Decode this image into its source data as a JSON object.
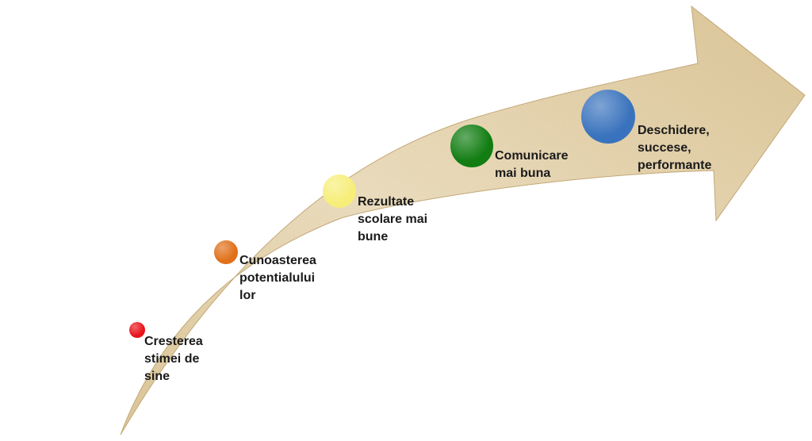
{
  "diagram": {
    "milestones": [
      {
        "id": "crestere",
        "lines": [
          "Cresterea",
          "stimei de",
          "sine"
        ],
        "color": "#e8141b"
      },
      {
        "id": "cunoastere",
        "lines": [
          "Cunoasterea",
          "potentialului",
          "lor"
        ],
        "color": "#e0701a"
      },
      {
        "id": "rezultate",
        "lines": [
          "Rezultate",
          "scolare mai",
          "bune"
        ],
        "color": "#f7ee79"
      },
      {
        "id": "comunicare",
        "lines": [
          "Comunicare",
          "mai buna"
        ],
        "color": "#117d12"
      },
      {
        "id": "deschidere",
        "lines": [
          "Deschidere,",
          "succese,",
          "performante"
        ],
        "color": "#3a73bd"
      }
    ],
    "arrow_colors": {
      "fill": "#dfc99b",
      "light": "#efe2c4",
      "dark": "#c4a978"
    }
  }
}
